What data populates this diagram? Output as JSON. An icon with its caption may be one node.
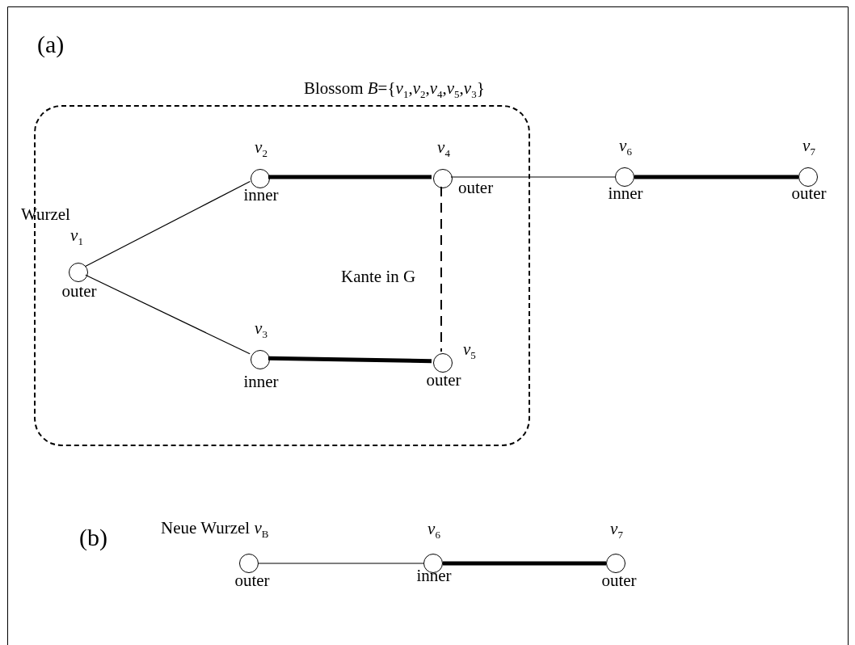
{
  "diagram": {
    "nodes": [
      {
        "text": [
          "Blossom *B*={*v*$_{1}$,*v*$_{2}$,*v*$_{4}$,*v*$_{5}$,*v*$_{3}$}"
        ]
      },
      {
        "text": [],
        "shape": "circle",
        "in": 0,
        "beside": [
          "Wurzel",
          "*v*$_{1}$",
          "outer"
        ]
      },
      {
        "text": [],
        "shape": "circle",
        "in": 0,
        "beside": [
          "*v*$_{2}$",
          "inner"
        ]
      },
      {
        "text": [],
        "shape": "circle",
        "in": 0,
        "beside": [
          "*v*$_{4}$",
          "outer"
        ]
      },
      {
        "text": [],
        "shape": "circle",
        "in": 0,
        "beside": [
          "*v*$_{3}$",
          "inner"
        ]
      },
      {
        "text": [],
        "shape": "circle",
        "in": 0,
        "beside": [
          "*v*$_{5}$",
          "outer"
        ]
      },
      {
        "text": [],
        "shape": "circle",
        "beside": [
          "*v*$_{6}$",
          "inner"
        ]
      },
      {
        "text": [],
        "shape": "circle",
        "beside": [
          "*v*$_{7}$",
          "outer"
        ]
      },
      {
        "text": [],
        "shape": "circle",
        "beside": [
          "Neue Wurzel *v*$_{B}$",
          "outer"
        ]
      },
      {
        "text": [],
        "shape": "circle",
        "beside": [
          "*v*$_{6}$",
          "inner"
        ]
      },
      {
        "text": [],
        "shape": "circle",
        "beside": [
          "*v*$_{7}$",
          "outer"
        ]
      }
    ],
    "edges": [
      {
        "from": 1,
        "to": 2,
        "arrow": "none"
      },
      {
        "from": 1,
        "to": 4,
        "arrow": "none"
      },
      {
        "from": 2,
        "to": 3,
        "arrow": "none",
        "style": "thick"
      },
      {
        "from": 4,
        "to": 5,
        "arrow": "none",
        "style": "thick"
      },
      {
        "from": 3,
        "to": 5,
        "arrow": "none",
        "style": "dashed",
        "label": "Kante in G"
      },
      {
        "from": 3,
        "to": 6,
        "arrow": "none"
      },
      {
        "from": 6,
        "to": 7,
        "arrow": "none",
        "style": "thick"
      },
      {
        "from": 8,
        "to": 9,
        "arrow": "none"
      },
      {
        "from": 9,
        "to": 10,
        "arrow": "none",
        "style": "thick"
      }
    ],
    "labels": [
      "(a)",
      "(b)"
    ]
  }
}
